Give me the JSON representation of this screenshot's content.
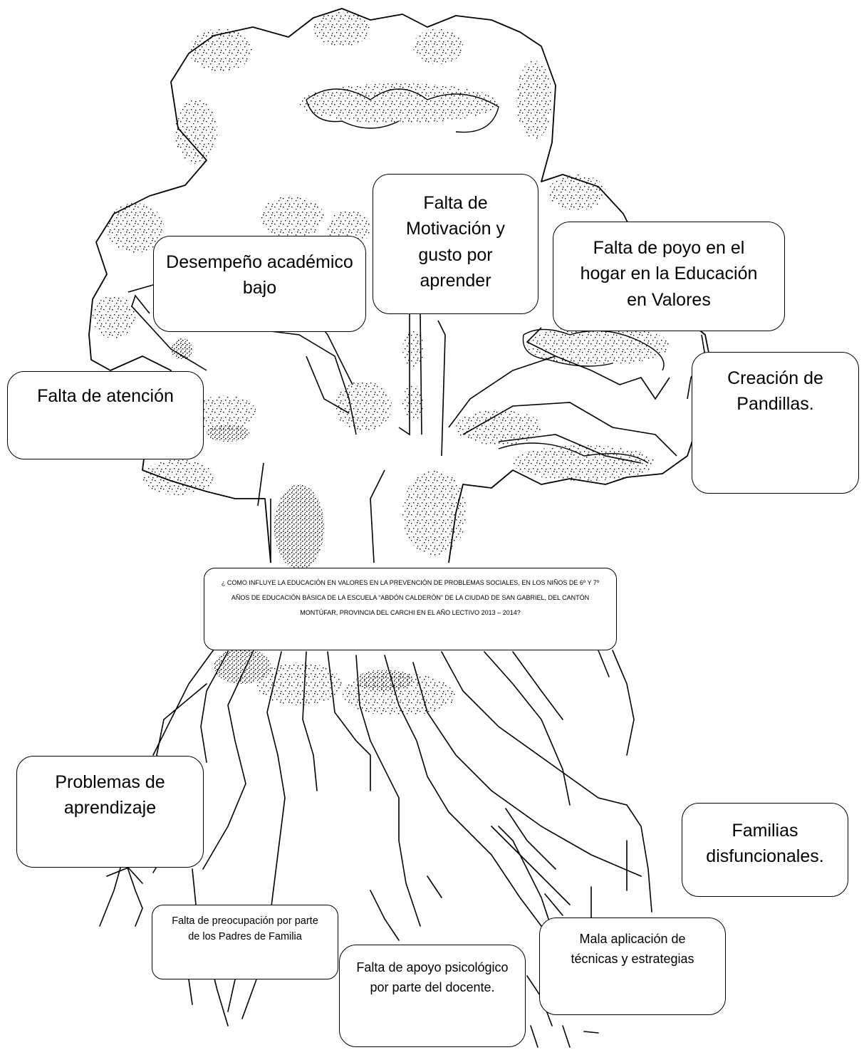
{
  "central_problem": "¿ COMO INFLUYE LA EDUCACIÓN EN VALORES EN LA PREVENCIÓN DE PROBLEMAS SOCIALES, EN LOS NIÑOS DE 6º Y 7º AÑOS DE EDUCACIÓN BÁSICA DE LA ESCUELA “ABDÓN CALDERÓN” DE LA CIUDAD DE SAN GABRIEL, DEL CANTÓN MONTÚFAR, PROVINCIA DEL CARCHI EN EL AÑO LECTIVO 2013 – 2014?",
  "effects": {
    "desempeno": "Desempeño académico bajo",
    "motivacion": "Falta de Motivación y gusto por aprender",
    "apoyo_hogar": "Falta de poyo en el hogar en la Educación en Valores",
    "atencion": "Falta de atención",
    "pandillas": "Creación de Pandillas."
  },
  "causes": {
    "aprendizaje": "Problemas de aprendizaje",
    "familias": "Familias disfuncionales.",
    "padres": "Falta de preocupación por parte de los Padres de Familia",
    "psicologico": "Falta de apoyo psicológico por parte del docente.",
    "tecnicas": "Mala aplicación de técnicas y estrategias"
  }
}
